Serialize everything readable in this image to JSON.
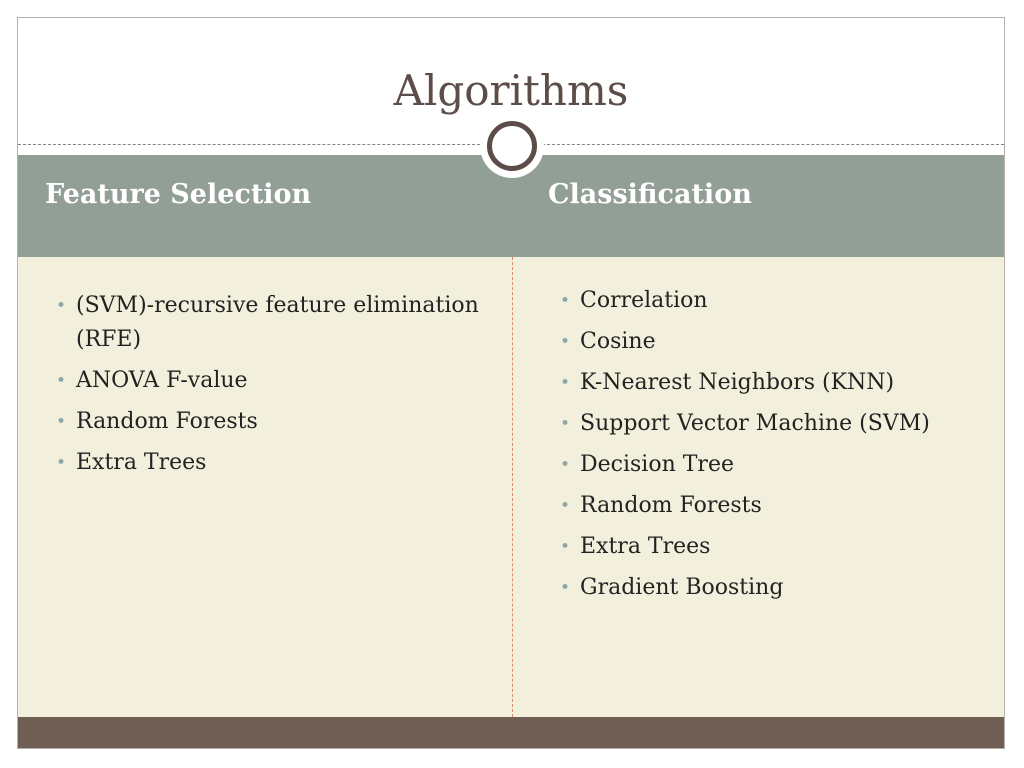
{
  "slide": {
    "title": "Algorithms",
    "colors": {
      "title_text": "#5d4d48",
      "header_band": "#919f97",
      "body_background": "#f2f0dc",
      "footer_band": "#705e55",
      "bullet": "#8fa6a7",
      "divider": "#d98b6e"
    },
    "left_column": {
      "heading": "Feature Selection",
      "items": [
        "(SVM)-recursive feature elimination (RFE)",
        "ANOVA F-value",
        "Random Forests",
        "Extra Trees"
      ]
    },
    "right_column": {
      "heading": "Classification",
      "items": [
        "Correlation",
        "Cosine",
        "K-Nearest Neighbors (KNN)",
        "Support Vector Machine (SVM)",
        "Decision Tree",
        "Random Forests",
        "Extra Trees",
        "Gradient Boosting"
      ]
    },
    "bullet_glyph": "•"
  }
}
